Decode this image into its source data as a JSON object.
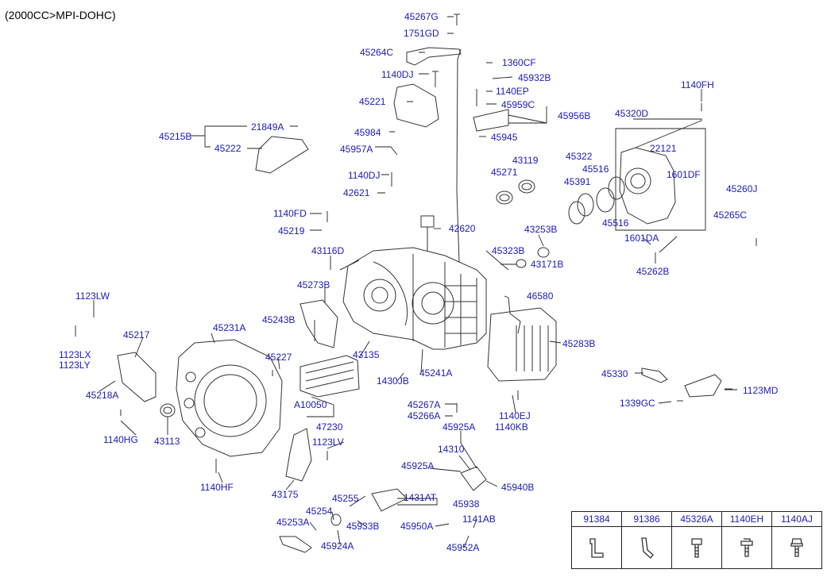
{
  "title": "(2000CC>MPI-DOHC)",
  "labels": {
    "45267G": "45267G",
    "1751GD": "1751GD",
    "45264C": "45264C",
    "1360CF": "1360CF",
    "45932B": "45932B",
    "1140DJ_a": "1140DJ",
    "1140EP": "1140EP",
    "45221": "45221",
    "45959C": "45959C",
    "45956B": "45956B",
    "1140FH": "1140FH",
    "45320D": "45320D",
    "45215B": "45215B",
    "21849A": "21849A",
    "45222": "45222",
    "45984": "45984",
    "45957A": "45957A",
    "45945": "45945",
    "45322": "45322",
    "22121": "22121",
    "43119": "43119",
    "45516_a": "45516",
    "1601DF": "1601DF",
    "45271": "45271",
    "45391": "45391",
    "1140DJ_b": "1140DJ",
    "42621": "42621",
    "45260J": "45260J",
    "45265C": "45265C",
    "45516_b": "45516",
    "1140FD": "1140FD",
    "42620": "42620",
    "43253B": "43253B",
    "45219": "45219",
    "1601DA": "1601DA",
    "45323B": "45323B",
    "43116D": "43116D",
    "43171B": "43171B",
    "45262B": "45262B",
    "45273B": "45273B",
    "1123LW": "1123LW",
    "46580": "46580",
    "45243B": "45243B",
    "45217": "45217",
    "45231A": "45231A",
    "45283B": "45283B",
    "1123LX": "1123LX",
    "1123LY": "1123LY",
    "43135": "43135",
    "45227": "45227",
    "45330": "45330",
    "1430JB": "1430JB",
    "45241A": "45241A",
    "45218A": "45218A",
    "1123MD": "1123MD",
    "A10050": "A10050",
    "45267A": "45267A",
    "1339GC": "1339GC",
    "45266A": "45266A",
    "1140EJ": "1140EJ",
    "1140KB": "1140KB",
    "47230": "47230",
    "1140HG": "1140HG",
    "43113": "43113",
    "45925A_a": "45925A",
    "1123LV": "1123LV",
    "14310": "14310",
    "45925A_b": "45925A",
    "1140HF": "1140HF",
    "45940B": "45940B",
    "43175": "43175",
    "45255": "45255",
    "1431AT": "1431AT",
    "45938": "45938",
    "45254": "45254",
    "1141AB": "1141AB",
    "45253A": "45253A",
    "45933B": "45933B",
    "45950A": "45950A",
    "45924A": "45924A",
    "45952A": "45952A"
  },
  "legend": {
    "headers": [
      "91384",
      "91386",
      "45326A",
      "1140EH",
      "1140AJ"
    ],
    "icons": [
      "bracket-icon",
      "bracket-icon",
      "bolt-icon",
      "bolt-icon",
      "bolt-icon"
    ]
  },
  "colors": {
    "label": "#1a1ab8",
    "line": "#222222",
    "part": "#333333"
  }
}
